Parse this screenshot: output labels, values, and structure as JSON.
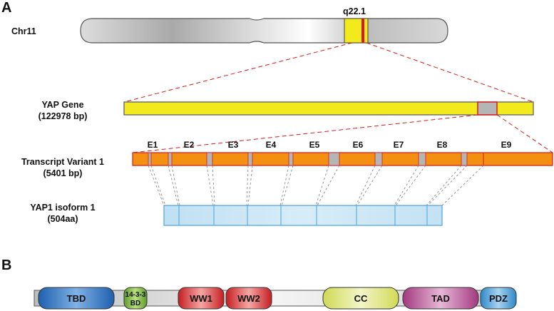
{
  "panels": {
    "a": "A",
    "b": "B"
  },
  "chromosome": {
    "label": "Chr11",
    "band": "q22.1"
  },
  "gene": {
    "name": "YAP Gene",
    "length": "(122978 bp)"
  },
  "transcript": {
    "name": "Transcript Variant 1",
    "length": "(5401 bp)"
  },
  "isoform": {
    "name": "YAP1 isoform 1",
    "length": "(504aa)"
  },
  "exons": [
    "E1",
    "E2",
    "E3",
    "E4",
    "E5",
    "E6",
    "E7",
    "E8",
    "E9"
  ],
  "domains": {
    "tbd": "TBD",
    "bd1433_top": "14-3-3",
    "bd1433_bottom": "BD",
    "ww1": "WW1",
    "ww2": "WW2",
    "cc": "CC",
    "tad": "TAD",
    "pdz": "PDZ"
  },
  "colors": {
    "chromosome_grey": "#cfcfcf",
    "highlight_yellow": "#f3ea1e",
    "highlight_red": "#d7191c",
    "transcript_orange": "#f39011",
    "protein_blue": "#c9e5f5",
    "tbd": "#2a6fc0",
    "bd1433": "#7cb43a",
    "ww": "#d5272b",
    "cc": "#d9e26a",
    "tad": "#b4488f",
    "pdz": "#3f9bd6"
  }
}
